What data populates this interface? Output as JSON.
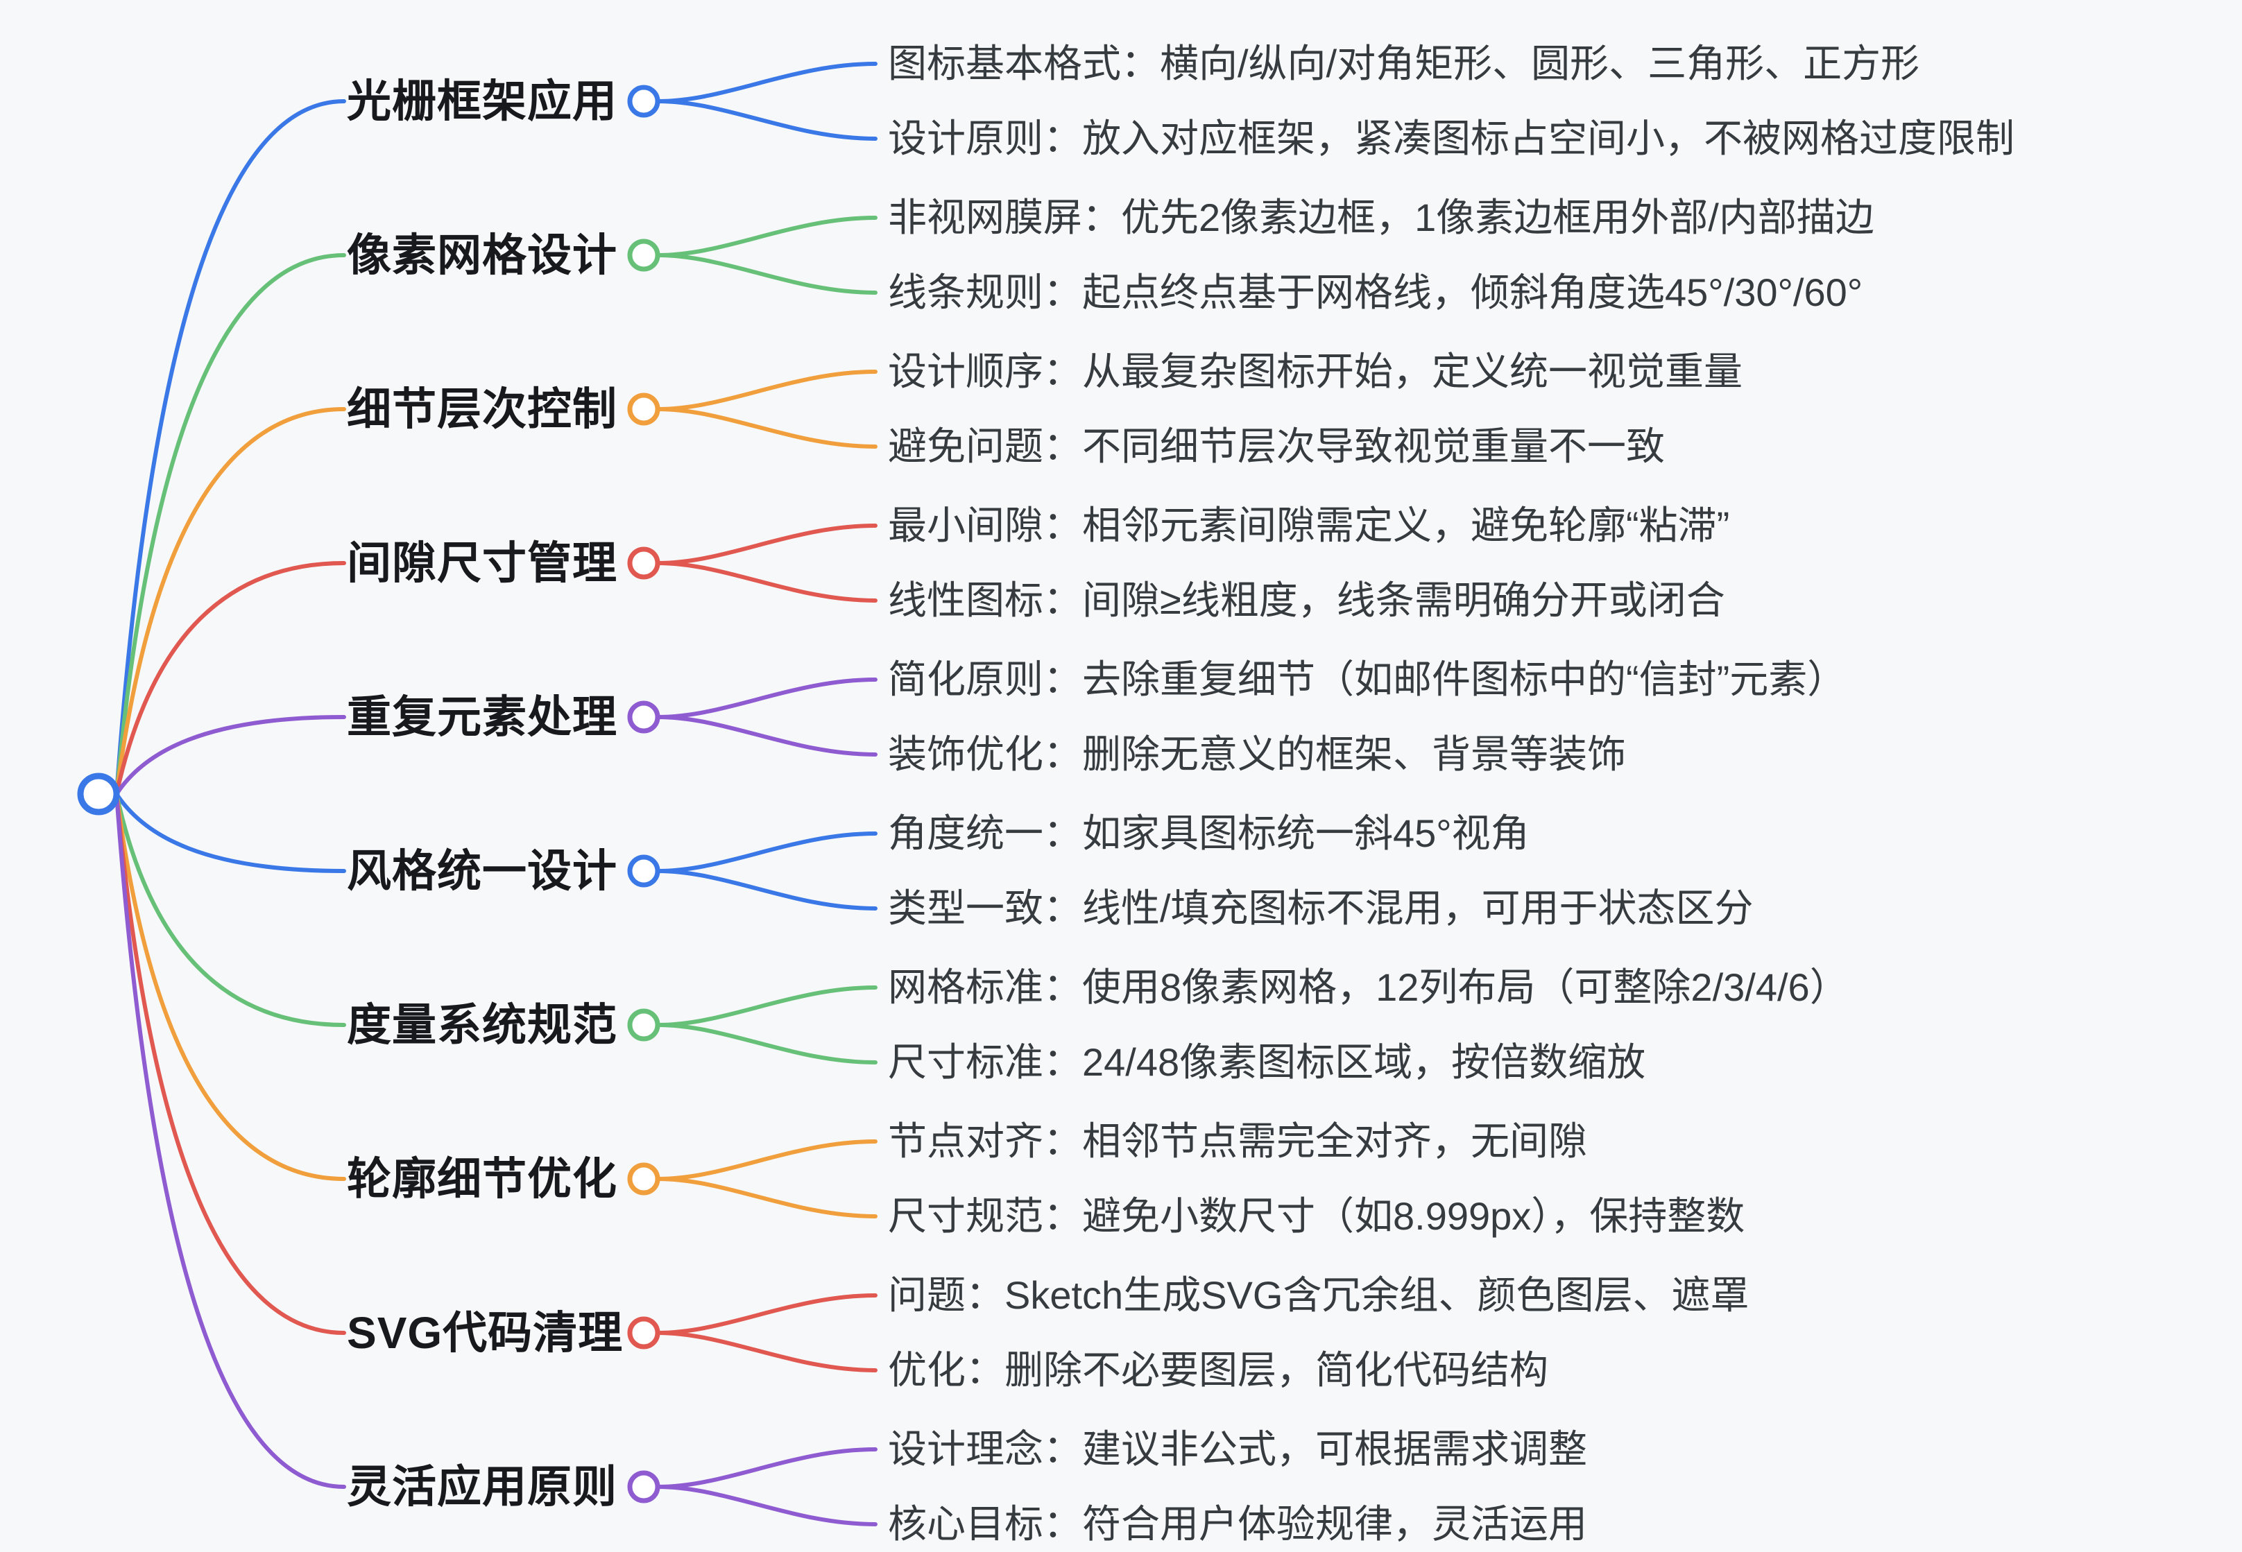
{
  "colors": {
    "blue": "#3a78e7",
    "green": "#67c078",
    "orange": "#f09f3c",
    "red": "#e05850",
    "purple": "#8e5bd1",
    "node_fill": "#ffffff",
    "background": "#f7f8fa",
    "topic_text": "#17191c",
    "leaf_text": "#363b40"
  },
  "branches": [
    {
      "label": "光栅框架应用",
      "color": "blue",
      "children": [
        "图标基本格式：横向/纵向/对角矩形、圆形、三角形、正方形",
        "设计原则：放入对应框架，紧凑图标占空间小，不被网格过度限制"
      ]
    },
    {
      "label": "像素网格设计",
      "color": "green",
      "children": [
        "非视网膜屏：优先2像素边框，1像素边框用外部/内部描边",
        "线条规则：起点终点基于网格线，倾斜角度选45°/30°/60°"
      ]
    },
    {
      "label": "细节层次控制",
      "color": "orange",
      "children": [
        "设计顺序：从最复杂图标开始，定义统一视觉重量",
        "避免问题：不同细节层次导致视觉重量不一致"
      ]
    },
    {
      "label": "间隙尺寸管理",
      "color": "red",
      "children": [
        "最小间隙：相邻元素间隙需定义，避免轮廓“粘滞”",
        "线性图标：间隙≥线粗度，线条需明确分开或闭合"
      ]
    },
    {
      "label": "重复元素处理",
      "color": "purple",
      "children": [
        "简化原则：去除重复细节（如邮件图标中的“信封”元素）",
        "装饰优化：删除无意义的框架、背景等装饰"
      ]
    },
    {
      "label": "风格统一设计",
      "color": "blue",
      "children": [
        "角度统一：如家具图标统一斜45°视角",
        "类型一致：线性/填充图标不混用，可用于状态区分"
      ]
    },
    {
      "label": "度量系统规范",
      "color": "green",
      "children": [
        "网格标准：使用8像素网格，12列布局（可整除2/3/4/6）",
        "尺寸标准：24/48像素图标区域，按倍数缩放"
      ]
    },
    {
      "label": "轮廓细节优化",
      "color": "orange",
      "children": [
        "节点对齐：相邻节点需完全对齐，无间隙",
        "尺寸规范：避免小数尺寸（如8.999px），保持整数"
      ]
    },
    {
      "label": "SVG代码清理",
      "color": "red",
      "children": [
        "问题：Sketch生成SVG含冗余组、颜色图层、遮罩",
        "优化：删除不必要图层，简化代码结构"
      ]
    },
    {
      "label": "灵活应用原则",
      "color": "purple",
      "children": [
        "设计理念：建议非公式，可根据需求调整",
        "核心目标：符合用户体验规律，灵活运用"
      ]
    }
  ]
}
